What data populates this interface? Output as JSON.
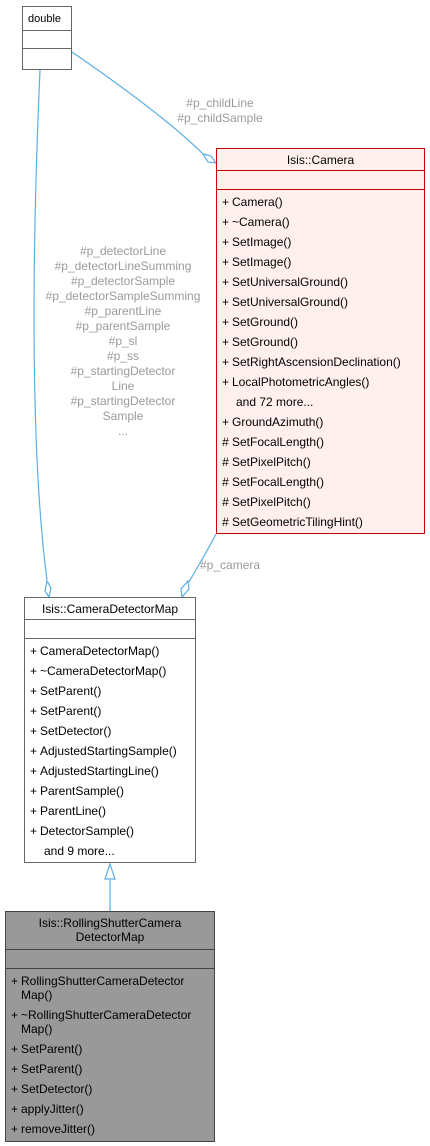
{
  "colors": {
    "edge": "#5aaee6",
    "edge_label": "#9a9a9a",
    "focus_class_fill": "#999999",
    "camera_border": "#cc0000",
    "camera_fill": "#fff0ee"
  },
  "classes": {
    "double": {
      "title": "double"
    },
    "camera": {
      "title": "Isis::Camera",
      "members": [
        {
          "vis": "+",
          "name": "Camera()"
        },
        {
          "vis": "+",
          "name": "~Camera()"
        },
        {
          "vis": "+",
          "name": "SetImage()"
        },
        {
          "vis": "+",
          "name": "SetImage()"
        },
        {
          "vis": "+",
          "name": "SetUniversalGround()"
        },
        {
          "vis": "+",
          "name": "SetUniversalGround()"
        },
        {
          "vis": "+",
          "name": "SetGround()"
        },
        {
          "vis": "+",
          "name": "SetGround()"
        },
        {
          "vis": "+",
          "name": "SetRightAscensionDeclination()"
        },
        {
          "vis": "+",
          "name": "LocalPhotometricAngles()"
        },
        {
          "vis": "",
          "name": "and 72 more..."
        },
        {
          "vis": "+",
          "name": "GroundAzimuth()"
        },
        {
          "vis": "#",
          "name": "SetFocalLength()"
        },
        {
          "vis": "#",
          "name": "SetPixelPitch()"
        },
        {
          "vis": "#",
          "name": "SetFocalLength()"
        },
        {
          "vis": "#",
          "name": "SetPixelPitch()"
        },
        {
          "vis": "#",
          "name": "SetGeometricTilingHint()"
        }
      ]
    },
    "camera_detector_map": {
      "title": "Isis::CameraDetectorMap",
      "members": [
        {
          "vis": "+",
          "name": "CameraDetectorMap()"
        },
        {
          "vis": "+",
          "name": "~CameraDetectorMap()"
        },
        {
          "vis": "+",
          "name": "SetParent()"
        },
        {
          "vis": "+",
          "name": "SetParent()"
        },
        {
          "vis": "+",
          "name": "SetDetector()"
        },
        {
          "vis": "+",
          "name": "AdjustedStartingSample()"
        },
        {
          "vis": "+",
          "name": "AdjustedStartingLine()"
        },
        {
          "vis": "+",
          "name": "ParentSample()"
        },
        {
          "vis": "+",
          "name": "ParentLine()"
        },
        {
          "vis": "+",
          "name": "DetectorSample()"
        },
        {
          "vis": "",
          "name": "and 9 more..."
        }
      ]
    },
    "rolling_shutter": {
      "title_line1": "Isis::RollingShutterCamera",
      "title_line2": "DetectorMap",
      "members": [
        {
          "vis": "+",
          "name": "RollingShutterCameraDetector Map()"
        },
        {
          "vis": "+",
          "name": "~RollingShutterCameraDetector Map()"
        },
        {
          "vis": "+",
          "name": "SetParent()"
        },
        {
          "vis": "+",
          "name": "SetParent()"
        },
        {
          "vis": "+",
          "name": "SetDetector()"
        },
        {
          "vis": "+",
          "name": "applyJitter()"
        },
        {
          "vis": "+",
          "name": "removeJitter()"
        }
      ]
    }
  },
  "edge_labels": {
    "double_to_camera": [
      "#p_childLine",
      "#p_childSample"
    ],
    "camera_to_cdm": "#p_camera",
    "double_to_cdm": [
      "#p_detectorLine",
      "#p_detectorLineSumming",
      "#p_detectorSample",
      "#p_detectorSampleSumming",
      "#p_parentLine",
      "#p_parentSample",
      "#p_sl",
      "#p_ss",
      "#p_startingDetector",
      "Line",
      "#p_startingDetector",
      "Sample",
      "..."
    ]
  }
}
